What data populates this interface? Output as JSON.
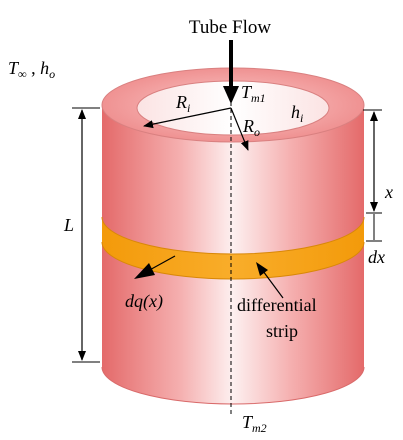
{
  "title": "Tube Flow",
  "ambient": {
    "symbol": "T",
    "subscript": "∞",
    "separator": " , ",
    "coef_symbol": "h",
    "coef_subscript": "o"
  },
  "inner_radius": {
    "symbol": "R",
    "subscript": "i"
  },
  "outer_radius": {
    "symbol": "R",
    "subscript": "o"
  },
  "inlet_temp": {
    "symbol": "T",
    "subscript": "m1"
  },
  "outlet_temp": {
    "symbol": "T",
    "subscript": "m2"
  },
  "inner_coef": {
    "symbol": "h",
    "subscript": "i"
  },
  "length_label": "L",
  "x_label": "x",
  "dx_label": "dx",
  "heat_label": "dq(x)",
  "strip_label_line1": "differential",
  "strip_label_line2": "strip",
  "colors": {
    "tube_light": "#fbe3e3",
    "tube_mid": "#f08a8a",
    "tube_dark": "#e46a6a",
    "strip": "#f8a318",
    "strip_dark": "#e58f06"
  }
}
